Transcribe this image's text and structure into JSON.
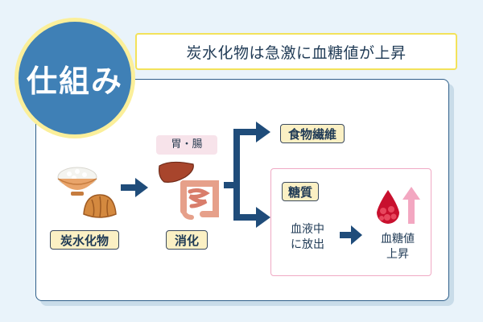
{
  "header": {
    "badge": "仕組み",
    "title": "炭水化物は急激に血糖値が上昇"
  },
  "diagram": {
    "carbs_label": "炭水化物",
    "organ_label": "胃・腸",
    "digestion_label": "消化",
    "fiber_label": "食物繊維",
    "sugar_label": "糖質",
    "release_label_line1": "血液中",
    "release_label_line2": "に放出",
    "result_line1": "血糖値",
    "result_line2": "上昇"
  },
  "colors": {
    "background": "#e9f3fa",
    "badge_fill": "#3f80b6",
    "badge_ring": "#fbef9a",
    "tag_fill": "#fbf0c4",
    "arrow": "#1f4c7a",
    "sugar_box_border": "#f0a9c4",
    "up_arrow": "#f3a7c1",
    "blood_drop": "#c8102e"
  },
  "icons": [
    "rice-bowl-icon",
    "bread-icon",
    "liver-icon",
    "intestine-icon",
    "blood-drop-icon",
    "up-arrow-icon"
  ]
}
